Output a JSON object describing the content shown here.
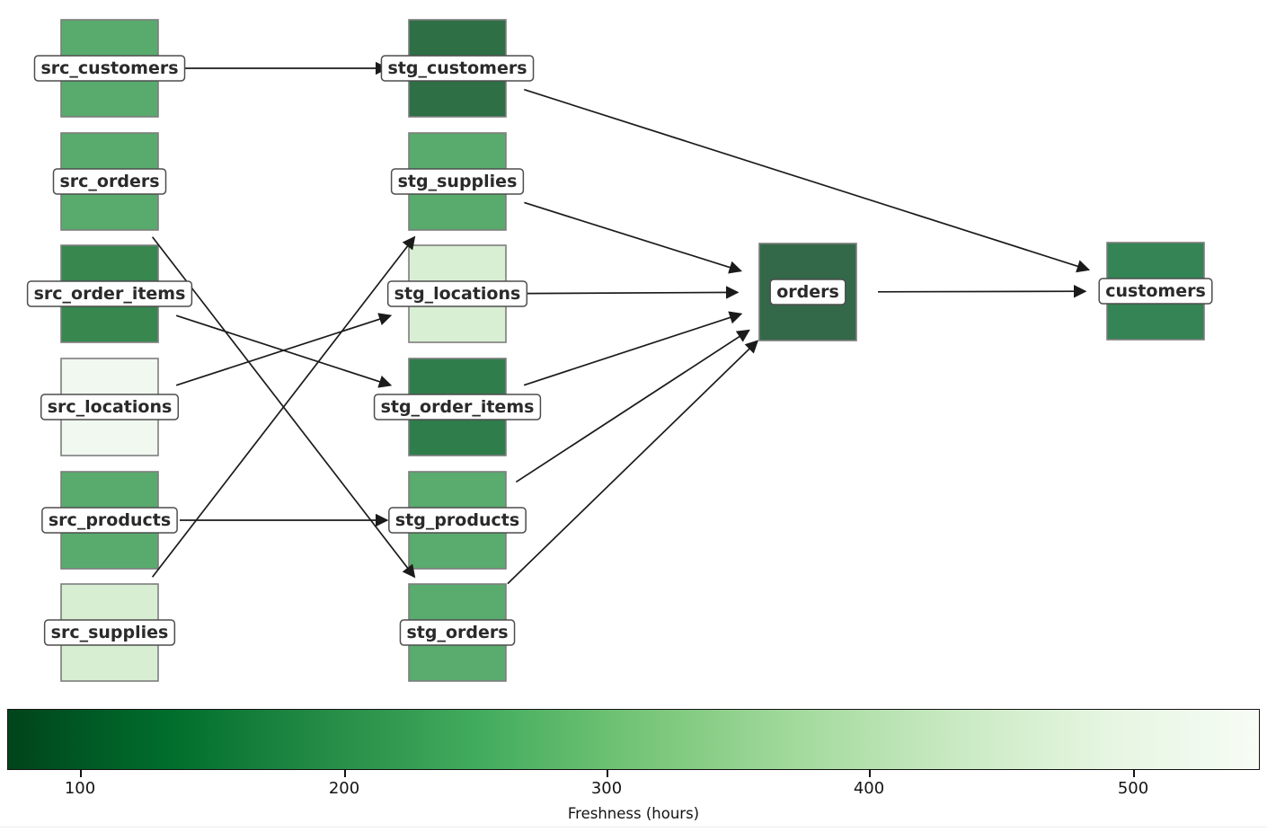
{
  "graph": {
    "nodes": [
      {
        "id": "src_customers",
        "label": "src_customers",
        "color": "#58ab6d"
      },
      {
        "id": "src_orders",
        "label": "src_orders",
        "color": "#58ab6d"
      },
      {
        "id": "src_order_items",
        "label": "src_order_items",
        "color": "#37874f"
      },
      {
        "id": "src_locations",
        "label": "src_locations",
        "color": "#f1f8ef"
      },
      {
        "id": "src_products",
        "label": "src_products",
        "color": "#58ab6d"
      },
      {
        "id": "src_supplies",
        "label": "src_supplies",
        "color": "#d7eed2"
      },
      {
        "id": "stg_customers",
        "label": "stg_customers",
        "color": "#2e6f45"
      },
      {
        "id": "stg_supplies",
        "label": "stg_supplies",
        "color": "#58ab6d"
      },
      {
        "id": "stg_locations",
        "label": "stg_locations",
        "color": "#d9efd4"
      },
      {
        "id": "stg_order_items",
        "label": "stg_order_items",
        "color": "#2f7d4b"
      },
      {
        "id": "stg_products",
        "label": "stg_products",
        "color": "#5aab6e"
      },
      {
        "id": "stg_orders",
        "label": "stg_orders",
        "color": "#5aab6e"
      },
      {
        "id": "orders",
        "label": "orders",
        "color": "#336949"
      },
      {
        "id": "customers",
        "label": "customers",
        "color": "#348455"
      }
    ],
    "edges": [
      {
        "from": "src_customers",
        "to": "stg_customers"
      },
      {
        "from": "src_orders",
        "to": "stg_orders"
      },
      {
        "from": "src_order_items",
        "to": "stg_order_items"
      },
      {
        "from": "src_locations",
        "to": "stg_locations"
      },
      {
        "from": "src_products",
        "to": "stg_products"
      },
      {
        "from": "src_supplies",
        "to": "stg_supplies"
      },
      {
        "from": "stg_customers",
        "to": "customers"
      },
      {
        "from": "stg_supplies",
        "to": "orders"
      },
      {
        "from": "stg_locations",
        "to": "orders"
      },
      {
        "from": "stg_order_items",
        "to": "orders"
      },
      {
        "from": "stg_products",
        "to": "orders"
      },
      {
        "from": "stg_orders",
        "to": "orders"
      },
      {
        "from": "orders",
        "to": "customers"
      }
    ],
    "edge_color": "#1b1b1b",
    "node_border_color": "#7d7d7d"
  },
  "colorbar": {
    "label": "Freshness (hours)",
    "tick_labels": [
      "100",
      "200",
      "300",
      "400",
      "500"
    ],
    "gradient_stops": [
      "#00441b",
      "#006d2c",
      "#238b45",
      "#41ab5d",
      "#74c476",
      "#a1d99b",
      "#c7e9c0",
      "#e5f5e0",
      "#f7fcf5"
    ]
  }
}
